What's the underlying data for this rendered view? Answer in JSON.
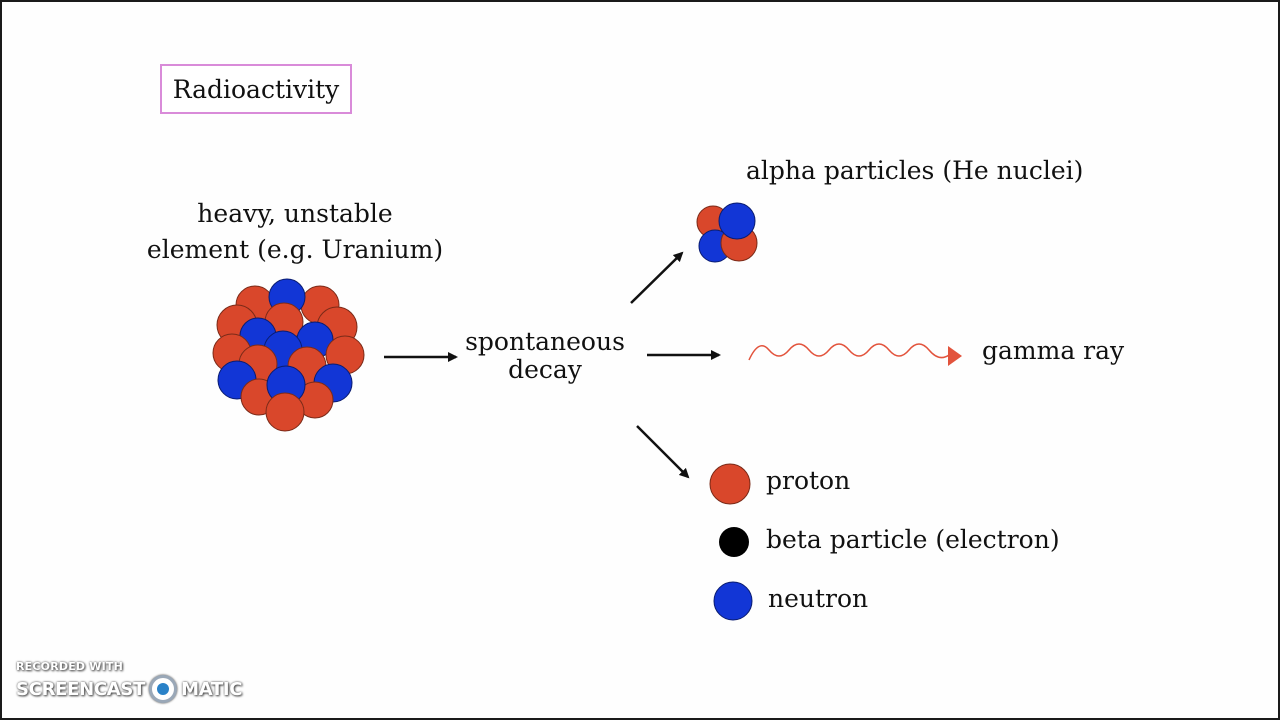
{
  "title": "Radioactivity",
  "nucleus": {
    "line1": "heavy, unstable",
    "line2": "element (e.g. Uranium)"
  },
  "decay": {
    "line1": "spontaneous",
    "line2": "decay"
  },
  "products": {
    "alpha": "alpha particles (He nuclei)",
    "gamma": "gamma ray"
  },
  "legend": {
    "proton": "proton",
    "beta": "beta particle (electron)",
    "neutron": "neutron"
  },
  "colors": {
    "proton": "#d9472b",
    "neutron": "#1236d6",
    "beta": "#000000",
    "gamma": "#e2533c",
    "title_border": "#d98bd9"
  },
  "watermark": {
    "recorded": "RECORDED WITH",
    "brand_left": "SCREENCAST",
    "brand_right": "MATIC"
  }
}
